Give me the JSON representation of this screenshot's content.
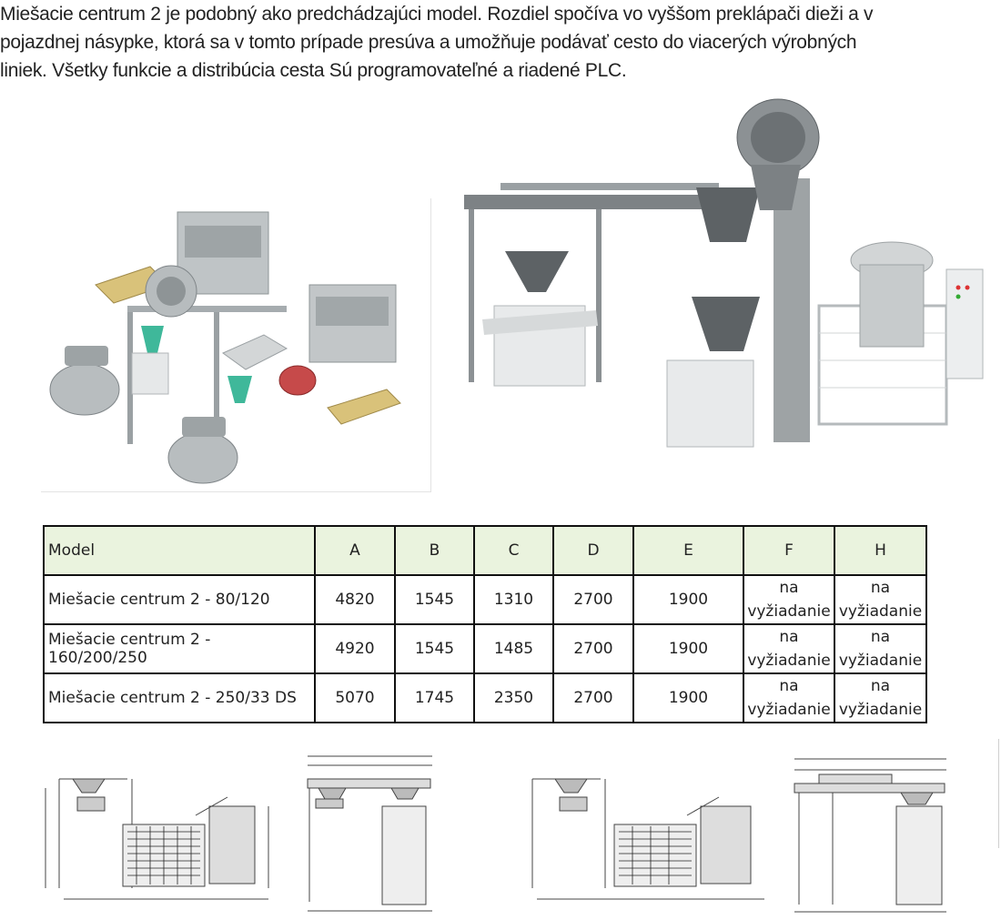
{
  "intro": {
    "line1": "Miešacie centrum 2 je podobný ako predchádzajúci model. Rozdiel spočíva vo vyššom preklápači dieži a v",
    "line2": "pojazdnej násypke, ktorá sa v tomto prípade presúva a umožňuje podávať cesto do viacerých  výrobných",
    "line3": "liniek. Všetky funkcie a distribúcia cesta Sú programovateľné a riadené PLC."
  },
  "table": {
    "headers": [
      "Model",
      "A",
      "B",
      "C",
      "D",
      "E",
      "F",
      "H"
    ],
    "rows": [
      {
        "model": "Miešacie centrum 2 - 80/120",
        "a": "4820",
        "b": "1545",
        "c": "1310",
        "d": "2700",
        "e": "1900",
        "f1": "na",
        "f2": "vyžiadanie",
        "h1": "na",
        "h2": "vyžiadanie"
      },
      {
        "model": "Miešacie centrum 2 - 160/200/250",
        "a": "4920",
        "b": "1545",
        "c": "1485",
        "d": "2700",
        "e": "1900",
        "f1": "na",
        "f2": "vyžiadanie",
        "h1": "na",
        "h2": "vyžiadanie"
      },
      {
        "model": "Miešacie centrum 2 - 250/33 DS",
        "a": "5070",
        "b": "1745",
        "c": "2350",
        "d": "2700",
        "e": "1900",
        "f1": "na",
        "f2": "vyžiadanie",
        "h1": "na",
        "h2": "vyžiadanie"
      }
    ]
  },
  "colors": {
    "header_bg": "#eaf3de",
    "border": "#111111"
  }
}
